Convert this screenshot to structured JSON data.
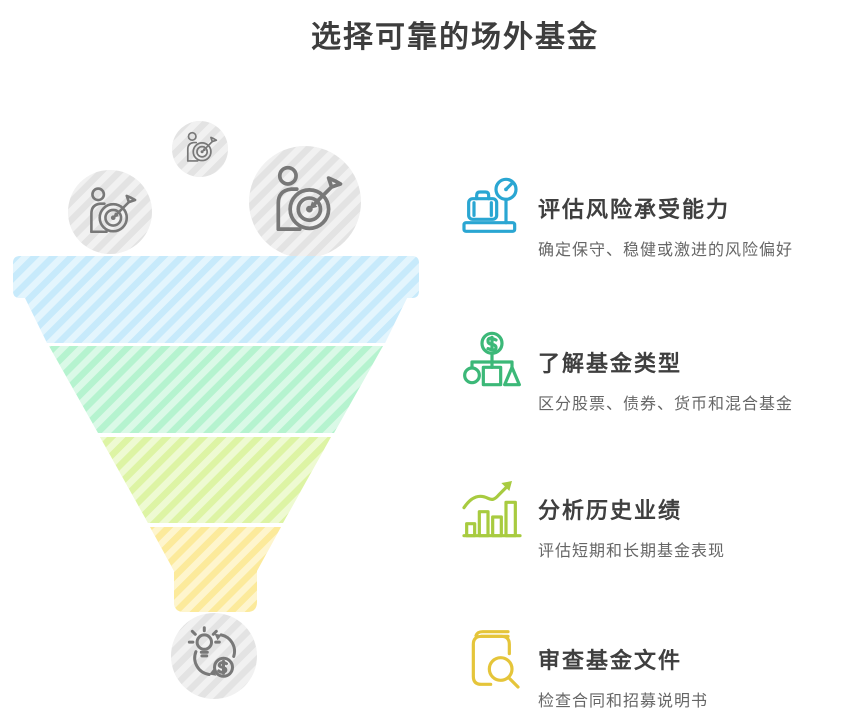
{
  "page": {
    "title": "选择可靠的场外基金",
    "background": "#ffffff",
    "title_color": "#3d3d3d"
  },
  "funnel": {
    "bubble_color": "#e3e3e3",
    "icon_stroke": "#787878",
    "bubbles": [
      {
        "icon": "person-target-icon",
        "size": "small"
      },
      {
        "icon": "person-target-icon",
        "size": "medium"
      },
      {
        "icon": "person-target-icon",
        "size": "large"
      },
      {
        "icon": "idea-to-money-icon",
        "size": "medium"
      }
    ],
    "segments": [
      {
        "color": "#c7eafb"
      },
      {
        "color": "#b5f3cf"
      },
      {
        "color": "#ddf4a4"
      },
      {
        "color": "#fcea9b"
      }
    ]
  },
  "steps": [
    {
      "icon": "luggage-scale-icon",
      "color": "#2aa6d2",
      "title": "评估风险承受能力",
      "description": "确定保守、稳健或激进的风险偏好"
    },
    {
      "icon": "fund-types-icon",
      "color": "#3cb878",
      "title": "了解基金类型",
      "description": "区分股票、债券、货币和混合基金"
    },
    {
      "icon": "growth-chart-icon",
      "color": "#a8cb40",
      "title": "分析历史业绩",
      "description": "评估短期和长期基金表现"
    },
    {
      "icon": "document-review-icon",
      "color": "#e5c53a",
      "title": "审查基金文件",
      "description": "检查合同和招募说明书"
    }
  ]
}
